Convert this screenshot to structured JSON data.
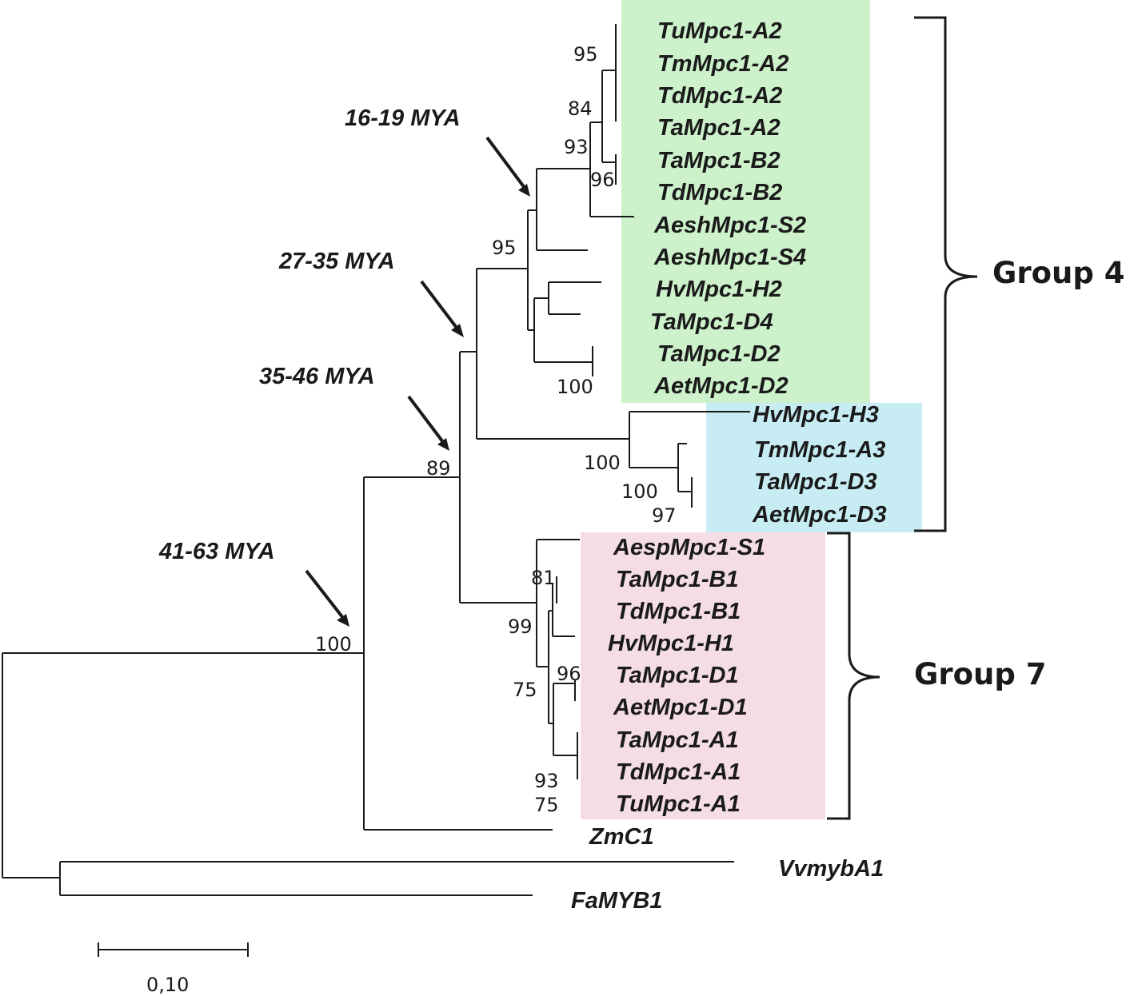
{
  "colors": {
    "group4_green": "#cdf1cb",
    "group4_blue": "#c7ecf3",
    "group7_pink": "#f5dde6",
    "ink": "#1a1a1a"
  },
  "leaves": {
    "tu_a2": "TuMpc1-A2",
    "tm_a2": "TmMpc1-A2",
    "td_a2": "TdMpc1-A2",
    "ta_a2": "TaMpc1-A2",
    "ta_b2": "TaMpc1-B2",
    "td_b2": "TdMpc1-B2",
    "aesh_s2": "AeshMpc1-S2",
    "aesh_s4": "AeshMpc1-S4",
    "hv_h2": "HvMpc1-H2",
    "ta_d4": "TaMpc1-D4",
    "ta_d2": "TaMpc1-D2",
    "aet_d2": "AetMpc1-D2",
    "hv_h3": "HvMpc1-H3",
    "tm_a3": "TmMpc1-A3",
    "ta_d3": "TaMpc1-D3",
    "aet_d3": "AetMpc1-D3",
    "aesp_s1": "AespMpc1-S1",
    "ta_b1": "TaMpc1-B1",
    "td_b1": "TdMpc1-B1",
    "hv_h1": "HvMpc1-H1",
    "ta_d1": "TaMpc1-D1",
    "aet_d1": "AetMpc1-D1",
    "ta_a1": "TaMpc1-A1",
    "td_a1": "TdMpc1-A1",
    "tu_a1": "TuMpc1-A1",
    "zm_c1": "ZmC1",
    "vv_myba1": "VvmybA1",
    "fa_myb1": "FaMYB1"
  },
  "bootstrap": {
    "tu_tm": "95",
    "a2_clade": "84",
    "a2b2_clade": "93",
    "b2_clade": "96",
    "core_g4": "95",
    "d2_pair": "100",
    "root_g4": "89",
    "hv_h3_clade": "100",
    "a3d3_clade": "100",
    "d3_pair": "97",
    "b1_pair": "81",
    "g7_inner": "99",
    "d1_pair": "96",
    "g7_lower": "75",
    "a1_clade": "93",
    "a1_pair": "75",
    "ingroup": "100"
  },
  "divergence": {
    "d1": "16-19 MYA",
    "d2": "27-35 MYA",
    "d3": "35-46 MYA",
    "d4": "41-63 MYA"
  },
  "groups": {
    "group4": "Group 4",
    "group7": "Group 7"
  },
  "scale_bar": {
    "label": "0,10",
    "value": 0.1
  }
}
